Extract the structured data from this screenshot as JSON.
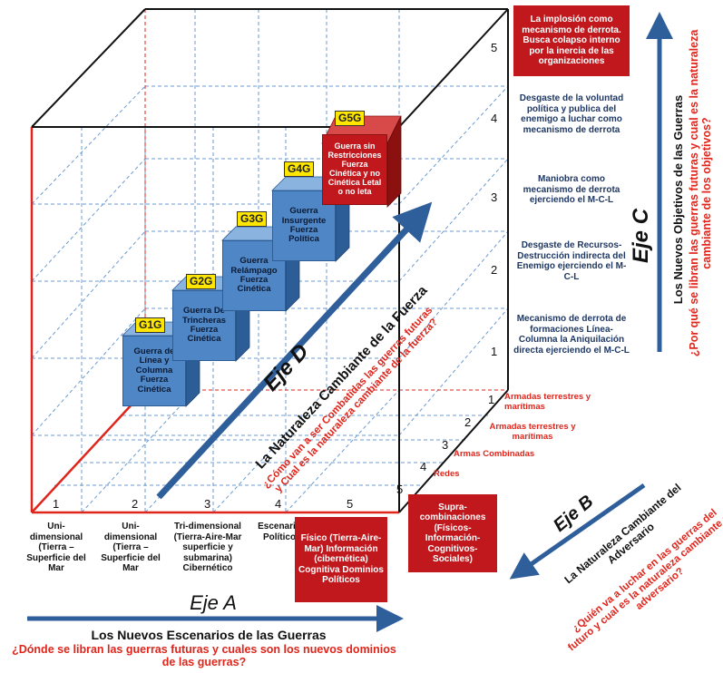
{
  "axis_c": {
    "label": "Eje C",
    "title": "Los Nuevos Objetivos de las Guerras",
    "question": "¿Por qué se libran las guerras futuras y cual es la naturaleza cambiante de los objetivos?",
    "levels": [
      {
        "n": "5",
        "text": "La implosión como mecanismo de derrota. Busca colapso interno por la inercia de las organizaciones"
      },
      {
        "n": "4",
        "text": "Desgaste de la voluntad política y publica del enemigo a luchar como mecanismo de derrota"
      },
      {
        "n": "3",
        "text": "Maniobra como mecanismo de derrota ejerciendo el M-C-L"
      },
      {
        "n": "2",
        "text": "Desgaste de Recursos-Destrucción indirecta del Enemigo ejerciendo el M-C-L"
      },
      {
        "n": "1",
        "text": "Mecanismo de derrota de formaciones Línea-Columna la Aniquilación directa ejerciendo el M-C-L"
      }
    ]
  },
  "axis_b": {
    "label": "Eje B",
    "title": "La Naturaleza Cambiante del Adversario",
    "question": "¿Quién va a luchar en las guerras del futuro y cual es la naturaleza cambiante del adversario?",
    "levels": [
      {
        "n": "1",
        "text": "Armadas terrestres y marítimas"
      },
      {
        "n": "2",
        "text": "Armadas terrestres y marítimas"
      },
      {
        "n": "3",
        "text": "Armas Combinadas"
      },
      {
        "n": "4",
        "text": "Redes"
      },
      {
        "n": "5",
        "text": "Supra-combinaciones (Físicos-Información-Cognitivos-Sociales)"
      }
    ]
  },
  "axis_a": {
    "label": "Eje A",
    "title": "Los Nuevos Escenarios de las Guerras",
    "question": "¿Dónde se libran las guerras futuras y cuales son los nuevos dominios de las guerras?",
    "levels": [
      {
        "n": "1",
        "text": "Uni-dimensional (Tierra – Superficie del Mar"
      },
      {
        "n": "2",
        "text": "Uni-dimensional (Tierra – Superficie del Mar"
      },
      {
        "n": "3",
        "text": "Tri-dimensional (Tierra-Aire-Mar superficie y submarina) Cibernético"
      },
      {
        "n": "4",
        "text": "Escenario Político"
      },
      {
        "n": "5",
        "text": "Físico (Tierra-Aire-Mar) Información (cibernética) Cognitiva Dominios Políticos"
      }
    ]
  },
  "axis_d": {
    "label": "Eje D",
    "title": "La Naturaleza Cambiante de la Fuerza",
    "question": "¿Cómo van a ser Combatidas las guerras futuras y Cual es la naturaleza cambiante de la fuerza?"
  },
  "generations": [
    {
      "tag": "G1G",
      "text": "Guerra de Línea y Columna Fuerza Cinética"
    },
    {
      "tag": "G2G",
      "text": "Guerra De Trincheras Fuerza Cinética"
    },
    {
      "tag": "G3G",
      "text": "Guerra Relámpago Fuerza Cinética"
    },
    {
      "tag": "G4G",
      "text": "Guerra Insurgente Fuerza Política"
    },
    {
      "tag": "G5G",
      "text": "Guerra sin Restricciones Fuerza Cinética y no Cinética Letal o no leta"
    }
  ],
  "colors": {
    "blue_text": "#1f3864",
    "red_text": "#e0261c",
    "red_box": "#c0181d",
    "block": "#4f86c6",
    "tag": "#ffe600",
    "arrow": "#2e5f9a"
  }
}
